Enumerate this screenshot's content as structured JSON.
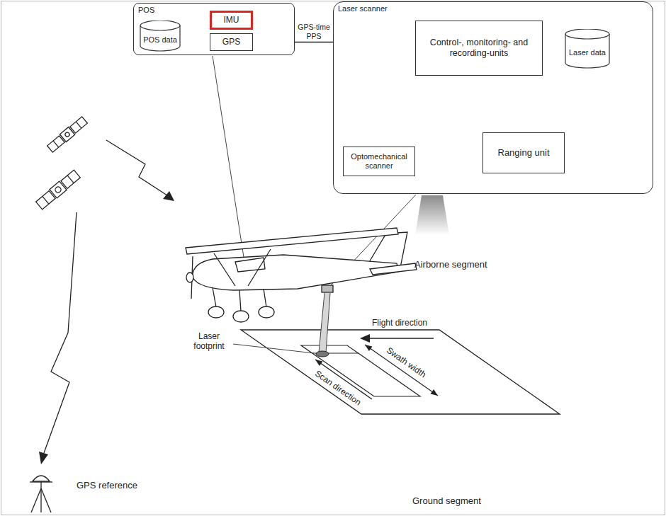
{
  "diagram": {
    "nodes": [
      {
        "text": [
          "POS"
        ]
      },
      {
        "text": [
          "IMU"
        ],
        "in": 0
      },
      {
        "text": [
          "POS data"
        ],
        "in": 0
      },
      {
        "text": [
          "GPS"
        ],
        "in": 0
      },
      {
        "text": [
          "Laser scanner"
        ]
      },
      {
        "text": [
          "Control-, monitoring- and recording-units"
        ],
        "in": 4
      },
      {
        "text": [
          "Laser data"
        ],
        "in": 4
      },
      {
        "text": [
          "Optomechanical scanner"
        ],
        "in": 4
      },
      {
        "text": [
          "Ranging unit"
        ],
        "in": 4
      }
    ],
    "edges": [
      {
        "from": 1,
        "to": 2,
        "arrow": "to"
      },
      {
        "from": 3,
        "to": 2,
        "arrow": "to"
      },
      {
        "from": 3,
        "to": 5,
        "arrow": "to",
        "label": "GPS-time PPS"
      },
      {
        "from": 5,
        "to": 6,
        "arrow": "to"
      },
      {
        "from": 5,
        "to": 7,
        "arrow": "both"
      },
      {
        "from": 7,
        "to": 8,
        "arrow": "to"
      },
      {
        "from": 8,
        "to": 7,
        "arrow": "to"
      },
      {
        "from": 8,
        "to": 5,
        "arrow": "to"
      }
    ],
    "labels": [
      "Airborne segment",
      "Flight direction",
      "Laser footprint",
      "Swath width",
      "Scan direction",
      "GPS reference",
      "Ground segment"
    ]
  }
}
